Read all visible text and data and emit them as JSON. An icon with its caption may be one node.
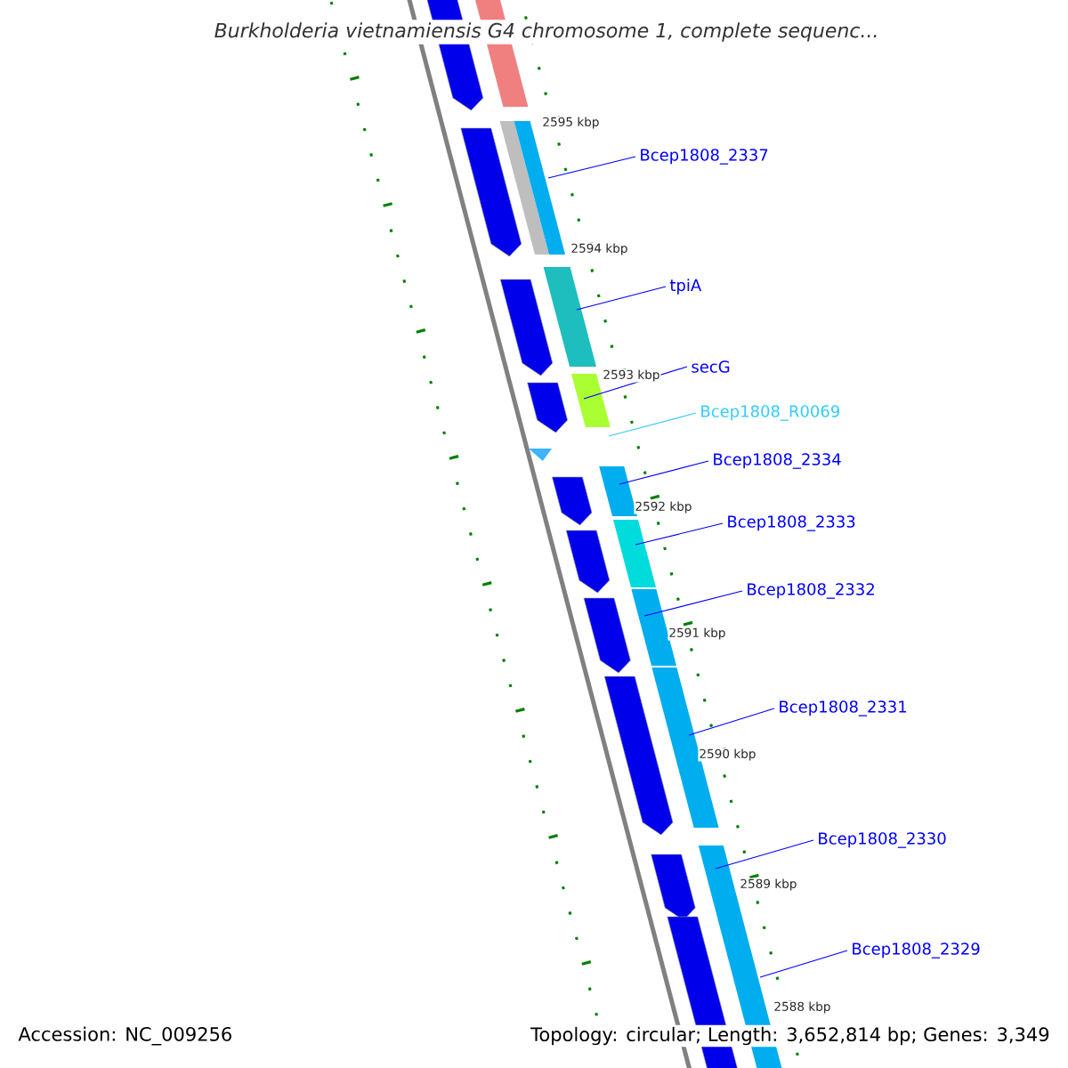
{
  "diagram": {
    "title": "Burkholderia vietnamiensis G4 chromosome 1, complete sequenc...",
    "nodes": [
      {
        "text": [
          "Bcep1808_2337"
        ]
      },
      {
        "text": [
          "tpiA"
        ]
      },
      {
        "text": [
          "secG"
        ]
      },
      {
        "text": [
          "Bcep1808_R0069"
        ]
      },
      {
        "text": [
          "Bcep1808_2334"
        ]
      },
      {
        "text": [
          "Bcep1808_2333"
        ]
      },
      {
        "text": [
          "Bcep1808_2332"
        ]
      },
      {
        "text": [
          "Bcep1808_2331"
        ]
      },
      {
        "text": [
          "Bcep1808_2330"
        ]
      },
      {
        "text": [
          "Bcep1808_2329"
        ]
      }
    ],
    "edges": [
      {
        "from": 0,
        "to": null,
        "arrow": "none"
      },
      {
        "from": 1,
        "to": null,
        "arrow": "none"
      },
      {
        "from": 2,
        "to": null,
        "arrow": "none"
      },
      {
        "from": 3,
        "to": null,
        "arrow": "none",
        "color": "#33ccff"
      },
      {
        "from": 4,
        "to": null,
        "arrow": "none"
      },
      {
        "from": 5,
        "to": null,
        "arrow": "none"
      },
      {
        "from": 6,
        "to": null,
        "arrow": "none"
      },
      {
        "from": 7,
        "to": null,
        "arrow": "none"
      },
      {
        "from": 8,
        "to": null,
        "arrow": "none"
      },
      {
        "from": 9,
        "to": null,
        "arrow": "none"
      }
    ],
    "labels": [
      "2595 kbp",
      "2594 kbp",
      "2593 kbp",
      "2592 kbp",
      "2591 kbp",
      "2590 kbp",
      "2589 kbp",
      "2588 kbp",
      "Accession: NC_009256",
      "Topology: circular; Length: 3,652,814 bp; Genes: 3,349"
    ]
  }
}
